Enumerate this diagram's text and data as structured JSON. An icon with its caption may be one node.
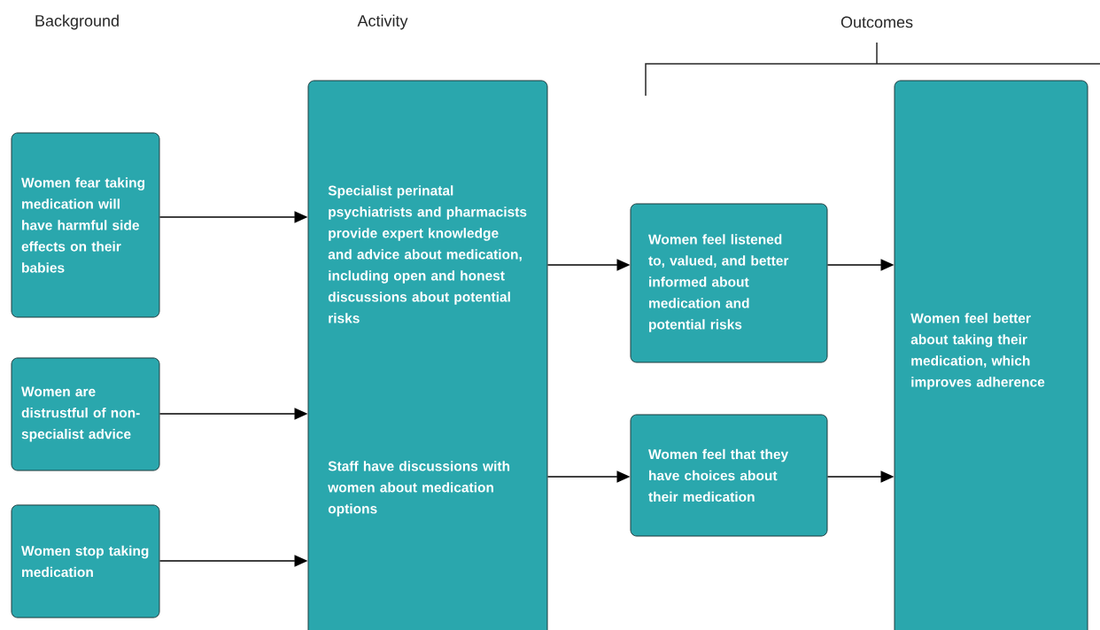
{
  "diagram": {
    "nodes": [
      {
        "text": [
          "Women fear taking medication will have harmful side effects on their babies"
        ]
      },
      {
        "text": [
          "Women are distrustful of non-specialist advice"
        ]
      },
      {
        "text": [
          "Women stop taking medication"
        ]
      },
      {
        "text": [
          "Specialist perinatal psychiatrists and pharmacists provide expert knowledge and advice about medication, including open and honest discussions about potential risks",
          "Staff have discussions with women about medication options"
        ]
      },
      {
        "text": [
          "Women feel listened to, valued, and better informed about medication and potential risks"
        ]
      },
      {
        "text": [
          "Women feel that they have choices about their medication"
        ]
      },
      {
        "text": [
          "Women feel better about taking their medication, which improves adherence"
        ]
      }
    ],
    "edges": [
      {
        "from": 0,
        "to": 3,
        "arrow": "to"
      },
      {
        "from": 1,
        "to": 3,
        "arrow": "to"
      },
      {
        "from": 2,
        "to": 3,
        "arrow": "to"
      },
      {
        "from": 3,
        "to": 4,
        "arrow": "to"
      },
      {
        "from": 3,
        "to": 5,
        "arrow": "to"
      },
      {
        "from": 4,
        "to": 6,
        "arrow": "to"
      },
      {
        "from": 5,
        "to": 6,
        "arrow": "to"
      }
    ],
    "labels": [
      "Background",
      "Activity",
      "Outcomes"
    ]
  }
}
